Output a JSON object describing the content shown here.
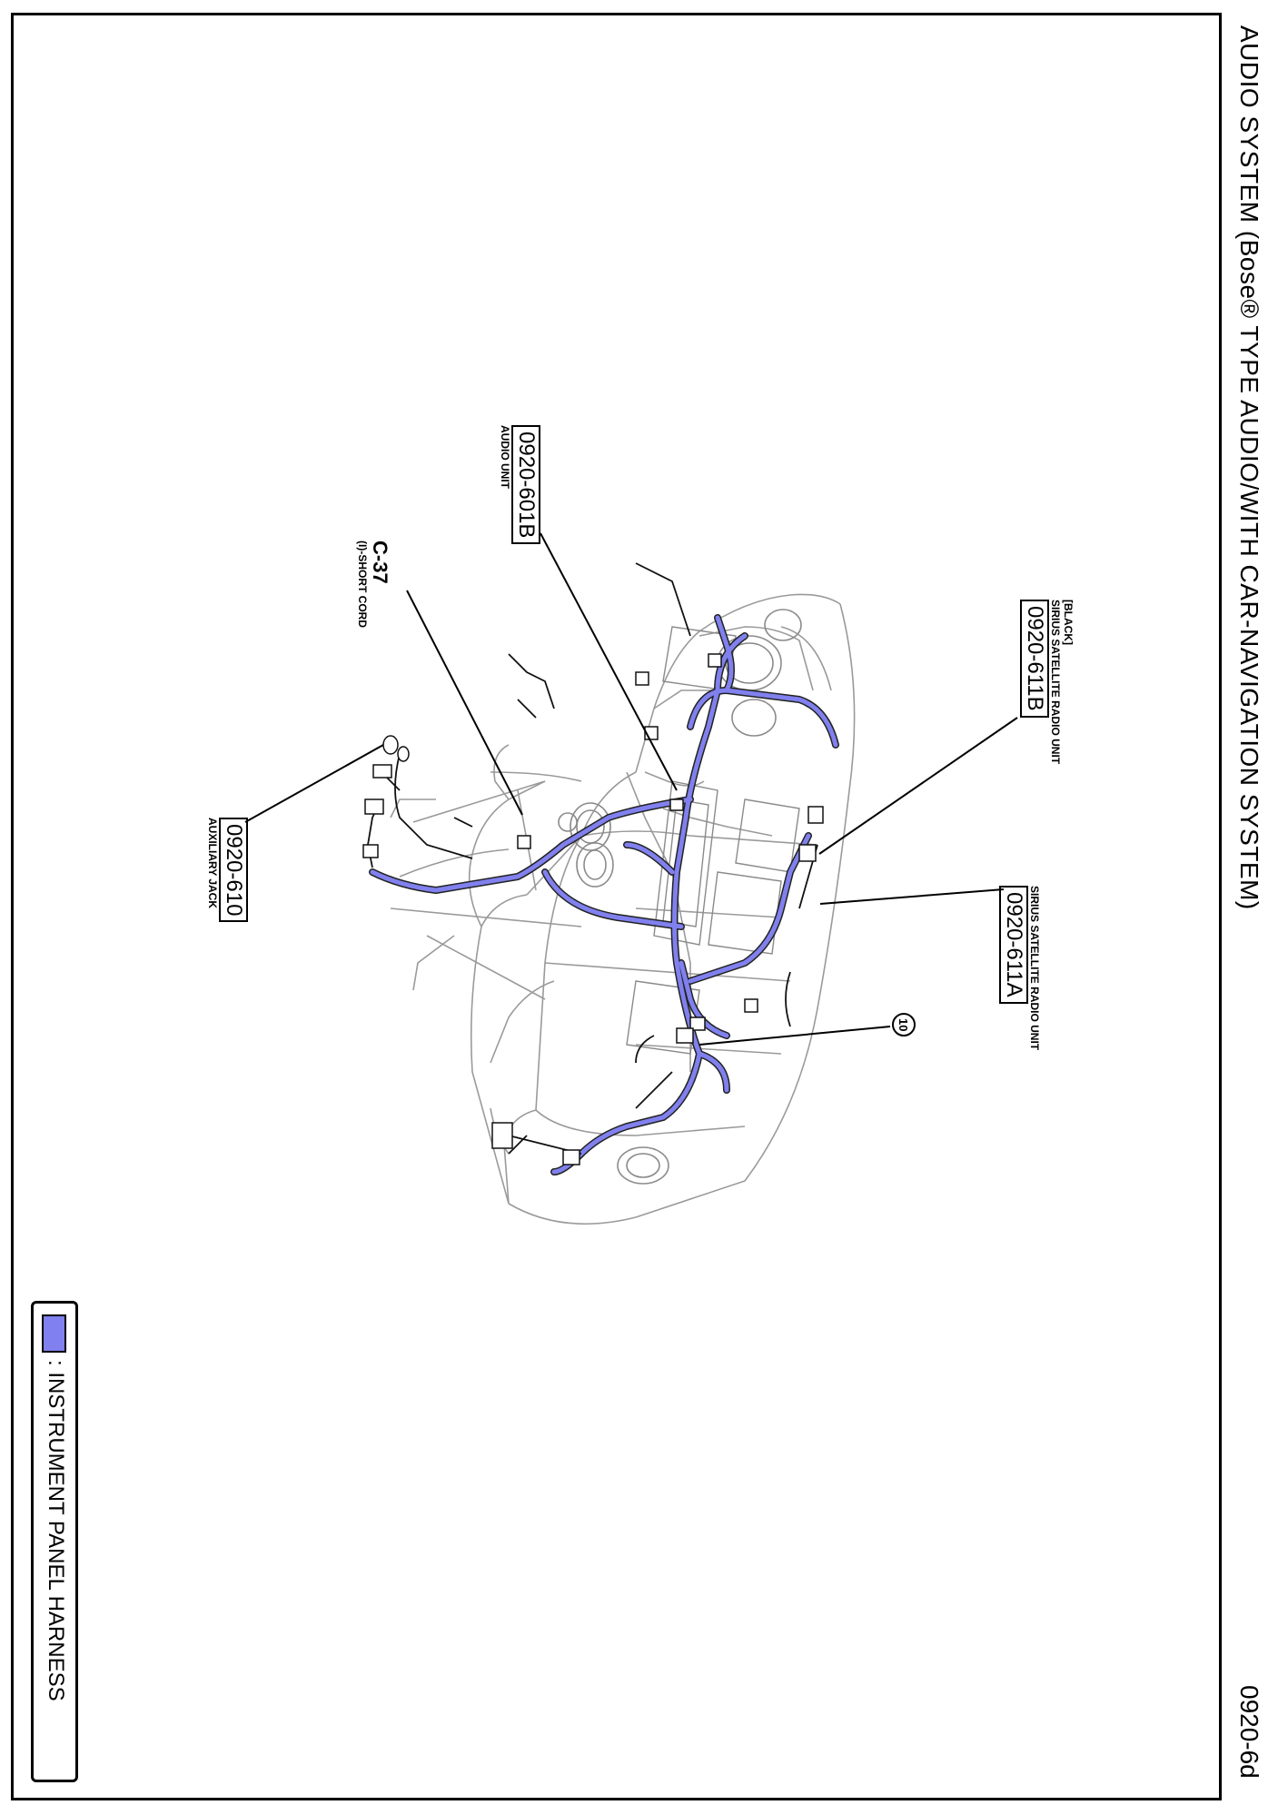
{
  "title": "AUDIO SYSTEM (Bose® TYPE AUDIO/WITH CAR-NAVIGATION SYSTEM)",
  "page_code": "0920-6d",
  "harness_color": "#8080ee",
  "callouts": {
    "c611b": {
      "code": "0920-611B",
      "name": "SIRIUS SATELLITE RADIO UNIT",
      "note": "[BLACK]"
    },
    "c611a": {
      "code": "0920-611A",
      "name": "SIRIUS SATELLITE RADIO UNIT"
    },
    "c601b": {
      "code": "0920-601B",
      "name": "AUDIO UNIT"
    },
    "c37": {
      "code": "C-37",
      "name": "(I)-SHORT CORD"
    },
    "c610": {
      "code": "0920-610",
      "name": "AUXILIARY JACK"
    },
    "ground": {
      "number": "10"
    }
  },
  "legend": {
    "label": ": INSTRUMENT PANEL HARNESS"
  }
}
